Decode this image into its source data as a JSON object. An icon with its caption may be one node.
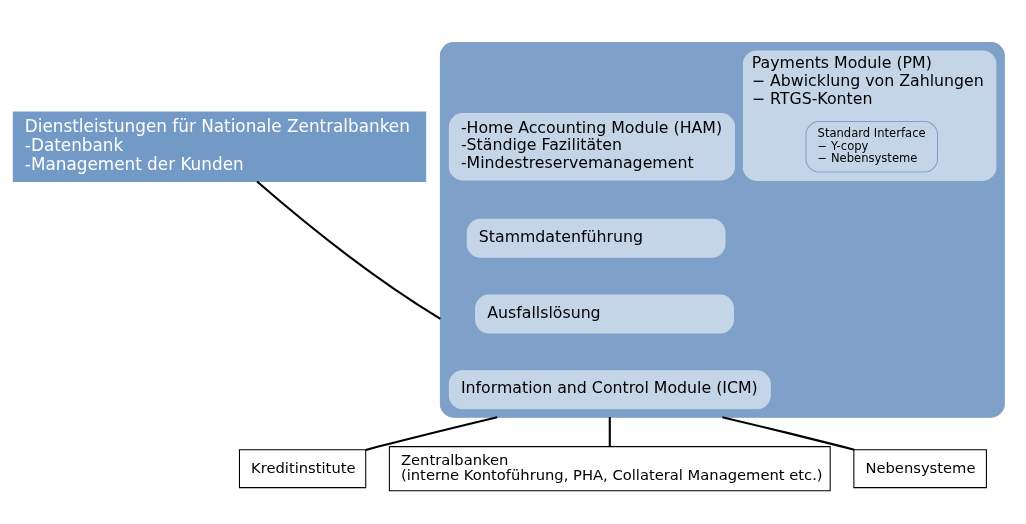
{
  "diagram": {
    "nodes": [
      {
        "text": [
          "Dienstleistungen für Nationale Zentralbanken",
          "-Datenbank",
          "-Management der Kunden"
        ]
      },
      {
        "text": [],
        "shape": "box"
      },
      {
        "text": [
          "Payments Module (PM)",
          "− Abwicklung von Zahlungen",
          "− RTGS-Konten"
        ],
        "in": 1
      },
      {
        "text": [
          "Standard Interface",
          "− Y-copy",
          "− Nebensysteme"
        ],
        "in": 2
      },
      {
        "text": [
          "-Home Accounting Module (HAM)",
          "-Ständige Fazilitäten",
          "-Mindestreservemanagement"
        ],
        "in": 1
      },
      {
        "text": [
          "Stammdatenführung"
        ],
        "in": 1
      },
      {
        "text": [
          "Ausfallslösung"
        ],
        "in": 1
      },
      {
        "text": [
          "Information and Control Module (ICM)"
        ],
        "in": 1
      },
      {
        "text": [
          "Kreditinstitute"
        ]
      },
      {
        "text": [
          "Zentralbanken",
          "(interne Kontoführung, PHA, Collateral Management etc.)"
        ]
      },
      {
        "text": [
          "Nebensysteme"
        ]
      }
    ],
    "edges": [
      {
        "from": 0,
        "to": 1,
        "arrow": "none"
      },
      {
        "from": 1,
        "to": 8,
        "arrow": "none"
      },
      {
        "from": 1,
        "to": 9,
        "arrow": "none"
      },
      {
        "from": 1,
        "to": 10,
        "arrow": "none"
      }
    ]
  }
}
